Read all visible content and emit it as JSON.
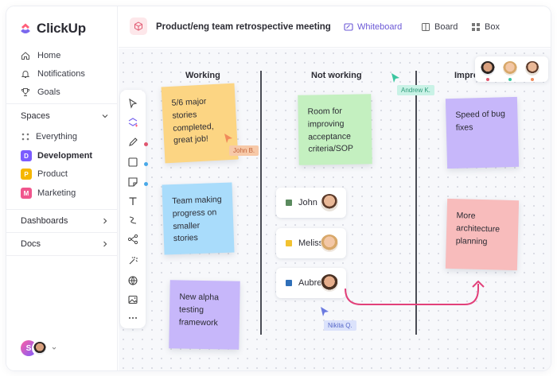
{
  "app": {
    "name": "ClickUp",
    "accent": "#7b68ee"
  },
  "sidebar": {
    "nav": [
      {
        "label": "Home",
        "icon": "home-icon"
      },
      {
        "label": "Notifications",
        "icon": "bell-icon"
      },
      {
        "label": "Goals",
        "icon": "trophy-icon"
      }
    ],
    "spaces_title": "Spaces",
    "spaces": [
      {
        "label": "Everything",
        "icon": "everything-icon"
      },
      {
        "label": "Development",
        "badge": "D",
        "color": "#7b5cff"
      },
      {
        "label": "Product",
        "badge": "P",
        "color": "#f5b700"
      },
      {
        "label": "Marketing",
        "badge": "M",
        "color": "#f0568d"
      }
    ],
    "dashboards": "Dashboards",
    "docs": "Docs",
    "user_initial": "S"
  },
  "header": {
    "title": "Product/eng team retrospective meeting",
    "tabs": [
      {
        "label": "Whiteboard",
        "icon": "whiteboard-icon",
        "active": true
      },
      {
        "label": "Board",
        "icon": "board-icon",
        "active": false
      },
      {
        "label": "Box",
        "icon": "box-icon",
        "active": false
      }
    ]
  },
  "board": {
    "columns": [
      "Working",
      "Not working",
      "Impro"
    ],
    "stickies": {
      "working_1": "5/6 major stories completed, great job!",
      "working_2": "Team making progress on smaller stories",
      "working_3": "New alpha testing framework",
      "notworking_1": "Room for improving acceptance criteria/SOP",
      "improve_1": "Speed of bug fixes",
      "improve_2": "More architecture planning"
    },
    "people": [
      {
        "name": "John",
        "color": "#5a8a5e"
      },
      {
        "name": "Melissa",
        "color": "#f2c230"
      },
      {
        "name": "Aubrey",
        "color": "#2f6fb8"
      }
    ],
    "cursors": [
      {
        "label": "John B.",
        "color": "#f7c9a8",
        "text": "#c0623a"
      },
      {
        "label": "Andrew K.",
        "color": "#c9f2e6",
        "text": "#2f9a7a"
      },
      {
        "label": "Nikita Q.",
        "color": "#dbe2fb",
        "text": "#5869c9"
      }
    ]
  }
}
